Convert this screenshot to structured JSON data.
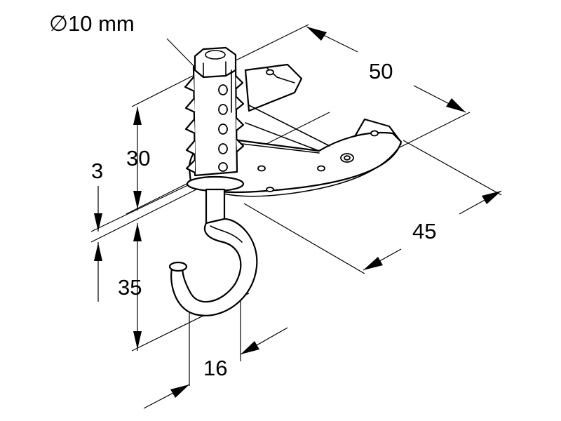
{
  "diagram": {
    "line_color": "#000000",
    "background": "#ffffff",
    "dimensions": {
      "diameter": "∅10 mm",
      "width": "50",
      "depth": "45",
      "plug_height": "30",
      "plate_thickness": "3",
      "hook_height": "35",
      "hook_width": "16"
    }
  }
}
